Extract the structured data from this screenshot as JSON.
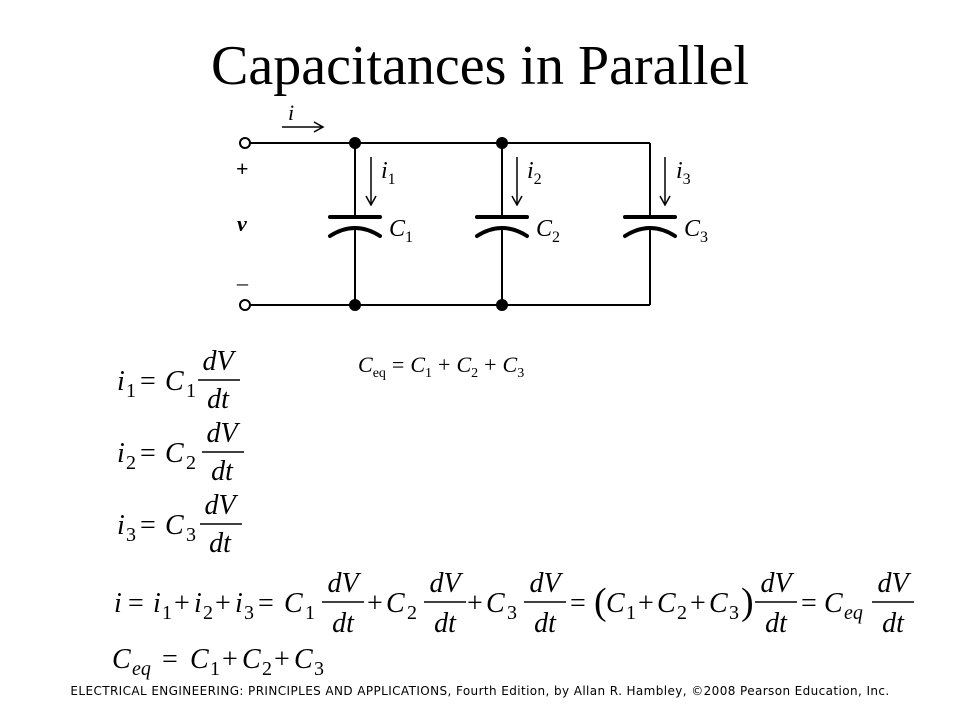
{
  "title": "Capacitances in Parallel",
  "footer": "ELECTRICAL ENGINEERING: PRINCIPLES AND APPLICATIONS, Fourth Edition, by Allan R. Hambley, ©2008 Pearson Education, Inc.",
  "circuit": {
    "current_label": "i",
    "plus": "+",
    "voltage_label": "v",
    "minus": "–",
    "branches": [
      {
        "current": "i",
        "current_sub": "1",
        "cap": "C",
        "cap_sub": "1"
      },
      {
        "current": "i",
        "current_sub": "2",
        "cap": "C",
        "cap_sub": "2"
      },
      {
        "current": "i",
        "current_sub": "3",
        "cap": "C",
        "cap_sub": "3"
      }
    ]
  },
  "ceq": {
    "lhs": "C",
    "lhs_sub": "eq",
    "equals": "=",
    "plus": "+"
  },
  "branch_equations": [
    {
      "i": "i",
      "sub": "1",
      "C": "C",
      "num": "dV",
      "den": "dt"
    },
    {
      "i": "i",
      "sub": "2",
      "C": "C",
      "num": "dV",
      "den": "dt"
    },
    {
      "i": "i",
      "sub": "3",
      "C": "C",
      "num": "dV",
      "den": "dt"
    }
  ],
  "total": {
    "i": "i",
    "eq": "=",
    "plus": "+",
    "num": "dV",
    "den": "dt",
    "eq_sub": "eq"
  },
  "result": {
    "C": "C",
    "sub": "eq",
    "eq": "=",
    "plus": "+"
  }
}
